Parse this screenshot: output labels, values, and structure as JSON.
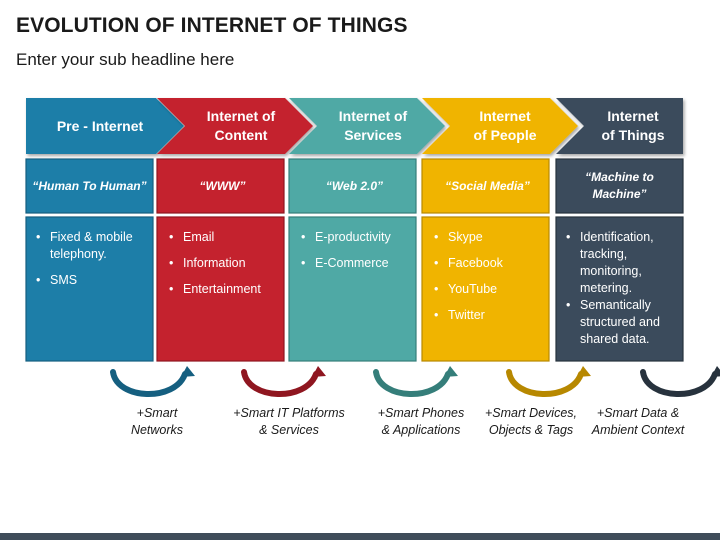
{
  "title": "EVOLUTION OF INTERNET OF THINGS",
  "subtitle": "Enter your sub headline here",
  "colors": {
    "blue": "#1d7ea8",
    "red": "#c4222e",
    "teal": "#4fa9a5",
    "yellow": "#f0b400",
    "navy": "#3b4b5c",
    "bottom_bar": "#3f4d5a"
  },
  "stages": [
    {
      "header": [
        "Pre - Internet"
      ],
      "quote": "“Human To Human”",
      "bullets": [
        "Fixed & mobile telephony.",
        "SMS"
      ],
      "color": "#1d7ea8",
      "dark": "#155f80"
    },
    {
      "header": [
        "Internet of",
        "Content"
      ],
      "quote": "“WWW”",
      "bullets": [
        "Email",
        "Information",
        "Entertainment"
      ],
      "color": "#c4222e",
      "dark": "#8f1620"
    },
    {
      "header": [
        "Internet of",
        "Services"
      ],
      "quote": "“Web 2.0”",
      "bullets": [
        "E-productivity",
        "E-Commerce"
      ],
      "color": "#4fa9a5",
      "dark": "#357e7a"
    },
    {
      "header": [
        "Internet",
        "of People"
      ],
      "quote": "“Social Media”",
      "bullets": [
        "Skype",
        "Facebook",
        "YouTube",
        "Twitter"
      ],
      "color": "#f0b400",
      "dark": "#b78800"
    },
    {
      "header": [
        "Internet",
        "of Things"
      ],
      "quote": "“Machine to Machine”",
      "bullets": [
        "Identification, tracking, monitoring, metering.",
        "Semantically structured and shared data."
      ],
      "color": "#3b4b5c",
      "dark": "#27323d"
    }
  ],
  "transitions": [
    "+Smart Networks",
    "+Smart IT Platforms & Services",
    "+Smart Phones & Applications",
    "+Smart Devices, Objects & Tags",
    "+Smart Data & Ambient Context"
  ]
}
